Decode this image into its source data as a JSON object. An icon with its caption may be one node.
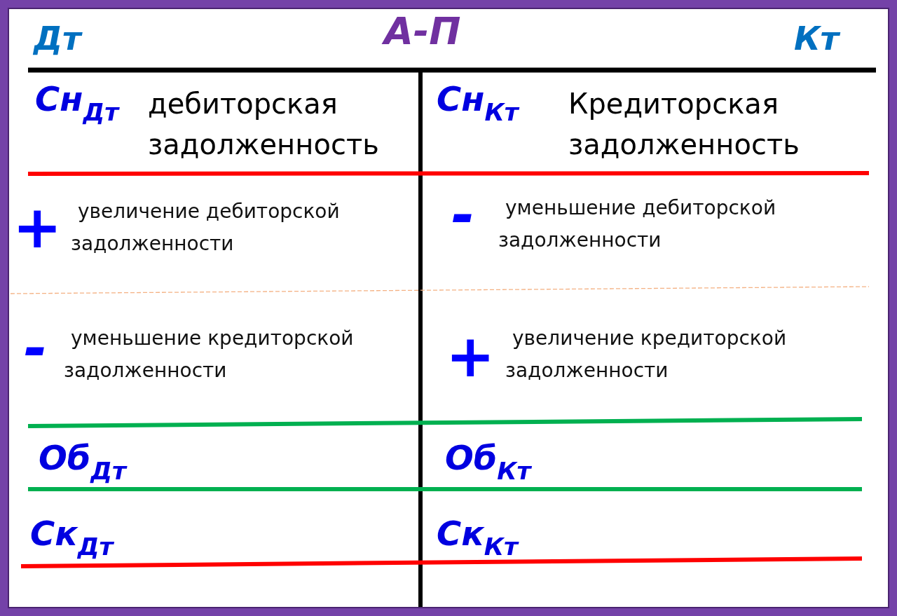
{
  "diagram": {
    "title": "А-П",
    "labels": [
      "Дт",
      "Кт",
      "Сн$_{Дт}$",
      "дебиторская задолженность",
      "Сн$_{Кт}$",
      "Кредиторская задолженность",
      "+",
      "увеличение дебиторской задолженности",
      "-",
      "уменьшение дебиторской задолженности",
      "-",
      "уменьшение кредиторской задолженности",
      "+",
      "увеличение кредиторской задолженности",
      "Об$_{Дт}$",
      "Об$_{Кт}$",
      "Ск$_{Дт}$",
      "Ск$_{Кт}$"
    ]
  }
}
